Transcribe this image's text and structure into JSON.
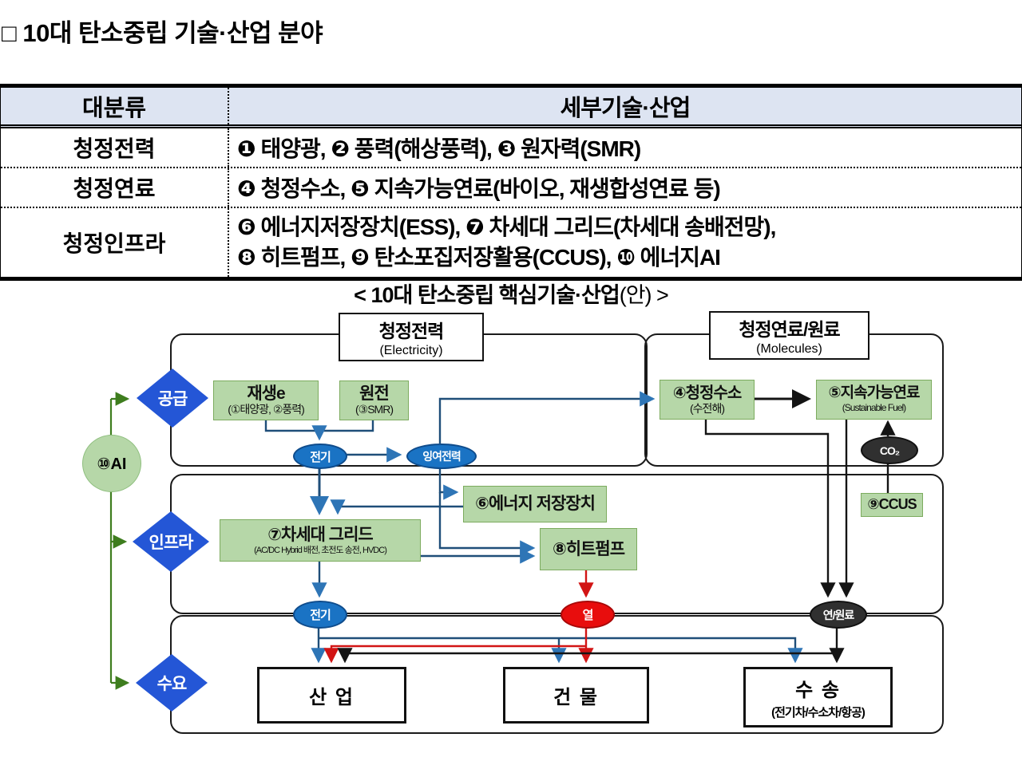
{
  "page": {
    "title": "□ 10대 탄소중립 기술·산업 분야"
  },
  "table": {
    "headers": {
      "category": "대분류",
      "detail": "세부기술·산업"
    },
    "rows": [
      {
        "category": "청정전력",
        "detail": "❶ 태양광, ❷ 풍력(해상풍력), ❸ 원자력(SMR)"
      },
      {
        "category": "청정연료",
        "detail": "❹ 청정수소, ❺ 지속가능연료(바이오, 재생합성연료 등)"
      },
      {
        "category": "청정인프라",
        "detail_line1": "❻ 에너지저장장치(ESS), ❼ 차세대 그리드(차세대 송배전망),",
        "detail_line2": "❽ 히트펌프, ❾ 탄소포집저장활용(CCUS), ❿ 에너지AI"
      }
    ]
  },
  "diagram": {
    "title_main": "< 10대 탄소중립 핵심기술·산업",
    "title_suffix": "(안) >",
    "sections": {
      "electricity": {
        "title": "청정전력",
        "subtitle": "(Electricity)"
      },
      "molecules": {
        "title": "청정연료/원료",
        "subtitle": "(Molecules)"
      }
    },
    "stages": {
      "supply": "공급",
      "infra": "인프라",
      "demand": "수요"
    },
    "ai_label": "⑩AI",
    "nodes": {
      "renewable": {
        "title": "재생e",
        "subtitle": "(①태양광, ②풍력)"
      },
      "nuclear": {
        "title": "원전",
        "subtitle": "(③SMR)"
      },
      "hydrogen": {
        "title": "④청정수소",
        "subtitle": "(수전해)"
      },
      "sustainable_fuel": {
        "title": "⑤지속가능연료",
        "subtitle": "(Sustainable Fuel)"
      },
      "ess": {
        "title": "⑥에너지 저장장치"
      },
      "grid": {
        "title": "⑦차세대 그리드",
        "subtitle": "(AC/DC Hybrid 배전, 초전도 송전, HVDC)"
      },
      "heatpump": {
        "title": "⑧히트펌프"
      },
      "ccus": {
        "title": "⑨CCUS"
      }
    },
    "carriers": {
      "elec_top": "전기",
      "surplus": "잉여전력",
      "elec_bottom": "전기",
      "heat": "열",
      "fuel_raw": "연/원료",
      "co2": "CO₂"
    },
    "demand": {
      "industry": "산 업",
      "building": "건 물",
      "transport": {
        "title": "수 송",
        "subtitle": "(전기차/수소차/항공)"
      }
    },
    "colors": {
      "table_header_bg": "#dde4f2",
      "green_box": "#b6d7a8",
      "diamond_blue": "#2456d6",
      "ellipse_blue": "#1a73c4",
      "heat_red": "#e80d0d",
      "dark_ellipse": "#303030",
      "line_electric": "#1f4e79",
      "line_arrow_blue": "#2e75b6",
      "line_black": "#141414",
      "line_red": "#d21414",
      "line_green": "#3e7d1e"
    }
  }
}
